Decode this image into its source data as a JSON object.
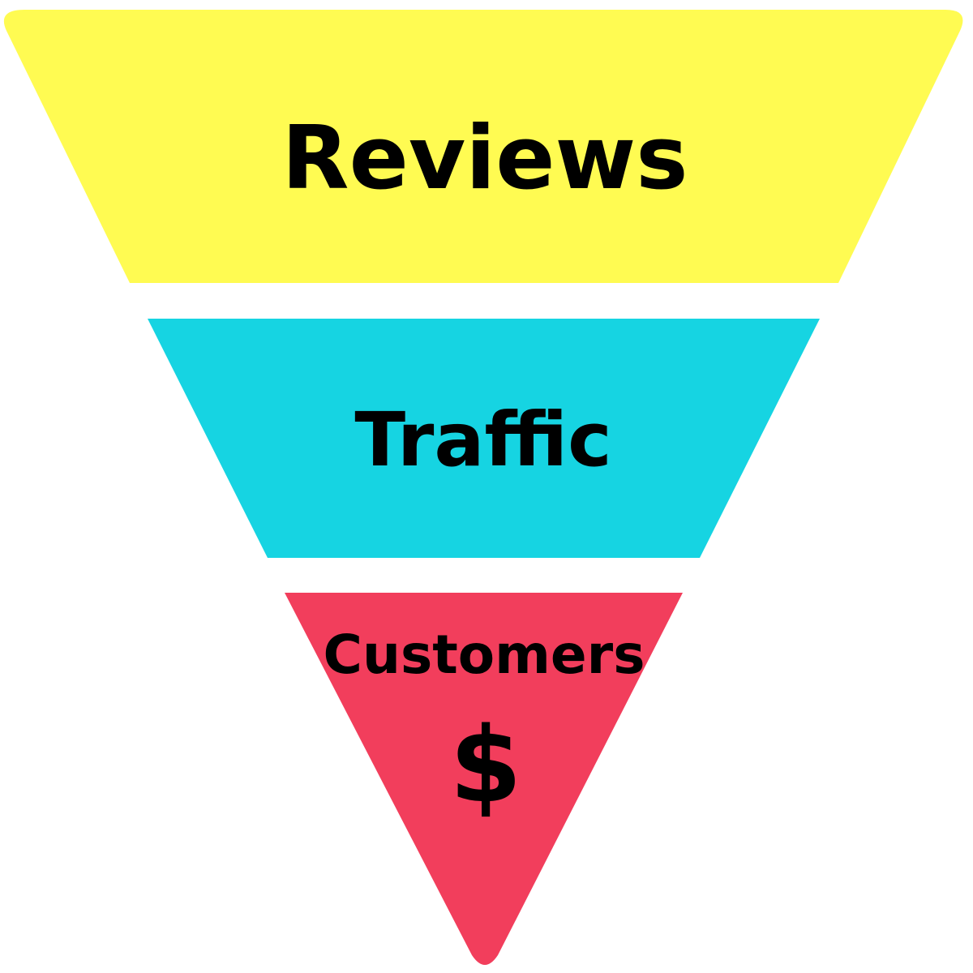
{
  "funnel": {
    "stages": [
      {
        "label": "Reviews",
        "color": "#fffb52"
      },
      {
        "label": "Traffic",
        "color": "#16d4e2"
      },
      {
        "label": "Customers",
        "symbol": "$",
        "color": "#f23e5c"
      }
    ]
  }
}
